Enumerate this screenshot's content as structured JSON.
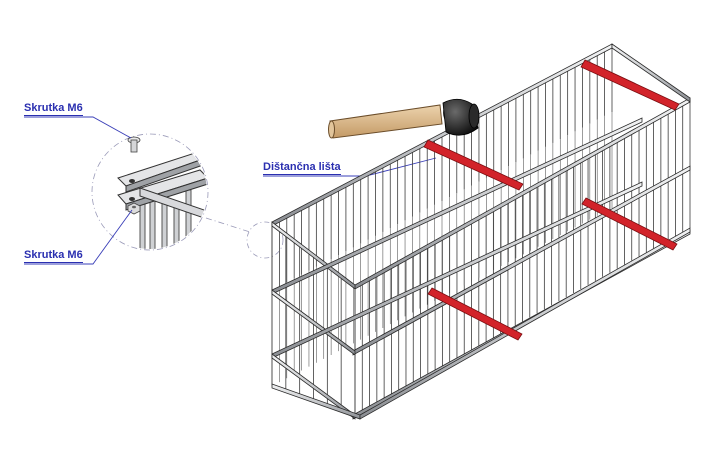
{
  "labels": {
    "screw_top": "Skrutka M6",
    "screw_bottom": "Skrutka M6",
    "spacer_bar": "Dištančna lišta"
  },
  "colors": {
    "label_text": "#2a2fb0",
    "leader_line": "#3a3fb8",
    "metal_light": "#d9dadc",
    "metal_dark": "#7a7d82",
    "outline": "#2b2b2b",
    "spacer_red": "#d2232a",
    "hammer_handle": "#d7b487",
    "hammer_head": "#1e1e1e"
  },
  "icons": {
    "tool": "hammer-icon",
    "fastener": "bolt-icon",
    "nut": "nut-icon"
  }
}
